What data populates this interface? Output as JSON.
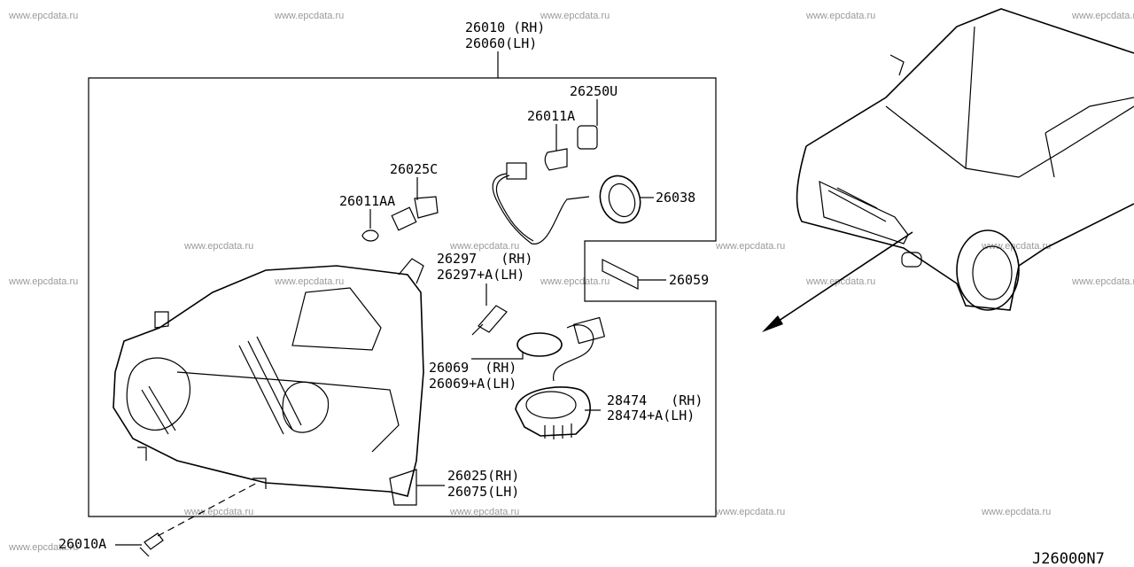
{
  "watermark": "www.epcdata.ru",
  "diagram_code": "J26000N7",
  "parts": {
    "headlamp_rh": "26010 (RH)",
    "headlamp_lh": "26060(LH)",
    "socket_26250u": "26250U",
    "bulb_26011a": "26011A",
    "socket_26025c": "26025C",
    "bulb_26011aa": "26011AA",
    "cap_26038": "26038",
    "label_26059": "26059",
    "bulb_rh": "26297   (RH)",
    "bulb_lh": "26297+A(LH)",
    "seal_rh": "26069  (RH)",
    "seal_lh": "26069+A(LH)",
    "ballast_rh": "28474   (RH)",
    "ballast_lh": "28474+A(LH)",
    "bracket_rh": "26025(RH)",
    "bracket_lh": "26075(LH)",
    "screw": "26010A"
  }
}
